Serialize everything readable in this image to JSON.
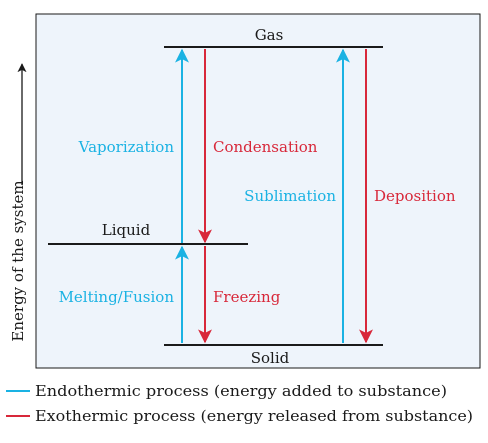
{
  "axis": {
    "label": "Energy of the system"
  },
  "levels": {
    "gas": "Gas",
    "liquid": "Liquid",
    "solid": "Solid"
  },
  "processes": {
    "vaporization": "Vaporization",
    "condensation": "Condensation",
    "sublimation": "Sublimation",
    "deposition": "Deposition",
    "melting": "Melting/Fusion",
    "freezing": "Freezing"
  },
  "legend": {
    "endothermic": "Endothermic process (energy added to substance)",
    "exothermic": "Exothermic process (energy released from substance)"
  },
  "colors": {
    "panel_bg": "#eef4fb",
    "endothermic": "#1ab2e3",
    "exothermic": "#d8283a",
    "line": "#1a1a1a"
  }
}
